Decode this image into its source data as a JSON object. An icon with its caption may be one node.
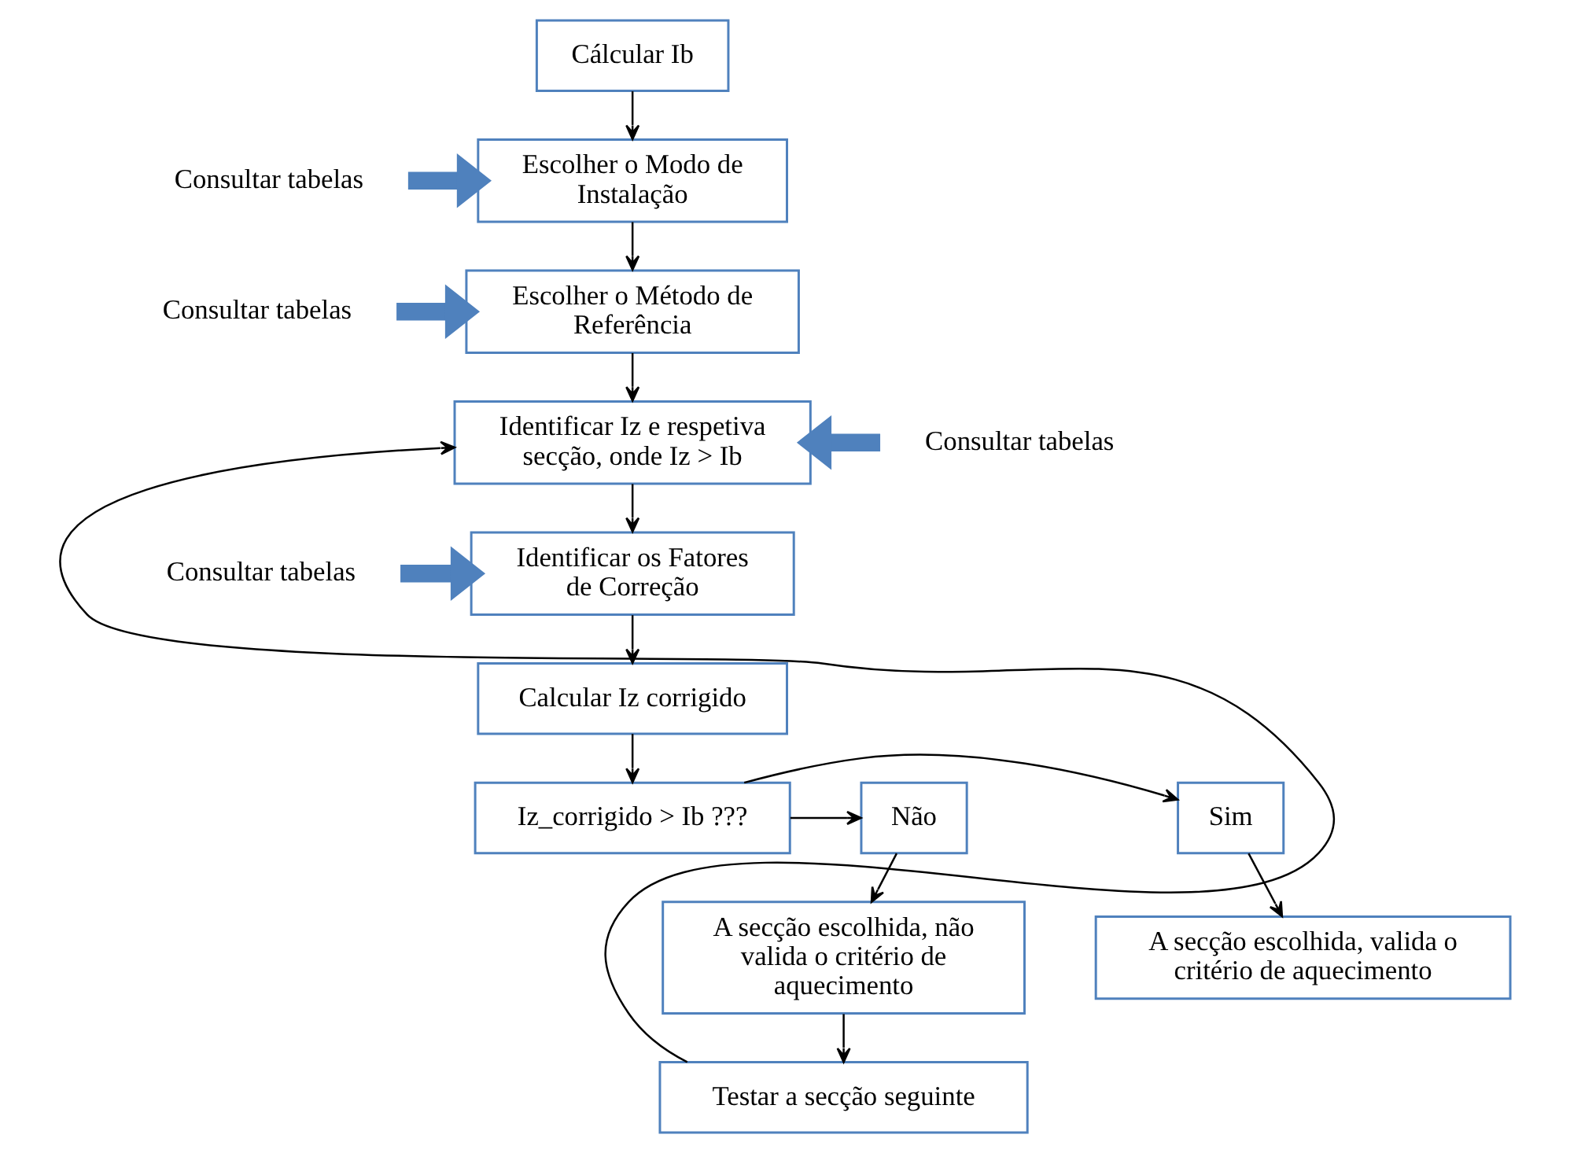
{
  "diagram": {
    "nodes": [
      {
        "text": [
          "Cálcular Ib"
        ]
      },
      {
        "text": [
          "Escolher o Modo de Instalação"
        ]
      },
      {
        "text": [
          "Escolher o Método de Referência"
        ]
      },
      {
        "text": [
          "Identificar Iz e respetiva secção, onde Iz > Ib"
        ]
      },
      {
        "text": [
          "Identificar os Fatores de Correção"
        ]
      },
      {
        "text": [
          "Calcular Iz corrigido"
        ]
      },
      {
        "text": [
          "Iz_corrigido > Ib ???"
        ]
      },
      {
        "text": [
          "Sim"
        ]
      },
      {
        "text": [
          "Não"
        ]
      },
      {
        "text": [
          "A secção escolhida, valida o critério de aquecimento"
        ]
      },
      {
        "text": [
          "A secção escolhida, não valida o critério de aquecimento"
        ]
      },
      {
        "text": [
          "Testar a secção seguinte"
        ]
      },
      {
        "text": [
          "Consultar tabelas"
        ]
      },
      {
        "text": [
          "Consultar tabelas"
        ]
      },
      {
        "text": [
          "Consultar tabelas"
        ]
      },
      {
        "text": [
          "Consultar tabelas"
        ]
      }
    ],
    "edges": [
      {
        "from": 0,
        "to": 1,
        "arrow": "to"
      },
      {
        "from": 1,
        "to": 2,
        "arrow": "to"
      },
      {
        "from": 2,
        "to": 3,
        "arrow": "to"
      },
      {
        "from": 3,
        "to": 4,
        "arrow": "to"
      },
      {
        "from": 4,
        "to": 5,
        "arrow": "to"
      },
      {
        "from": 5,
        "to": 6,
        "arrow": "to"
      },
      {
        "from": 6,
        "to": 7,
        "arrow": "to"
      },
      {
        "from": 6,
        "to": 8,
        "arrow": "to"
      },
      {
        "from": 7,
        "to": 9,
        "arrow": "to"
      },
      {
        "from": 8,
        "to": 10,
        "arrow": "to"
      },
      {
        "from": 10,
        "to": 11,
        "arrow": "to"
      },
      {
        "from": 11,
        "to": 3,
        "arrow": "to"
      },
      {
        "from": 12,
        "to": 1,
        "arrow": "to",
        "style": "thick",
        "color": "#4f81bd"
      },
      {
        "from": 13,
        "to": 2,
        "arrow": "to",
        "style": "thick",
        "color": "#4f81bd"
      },
      {
        "from": 14,
        "to": 3,
        "arrow": "to",
        "style": "thick",
        "color": "#4f81bd"
      },
      {
        "from": 15,
        "to": 4,
        "arrow": "to",
        "style": "thick",
        "color": "#4f81bd"
      }
    ]
  }
}
